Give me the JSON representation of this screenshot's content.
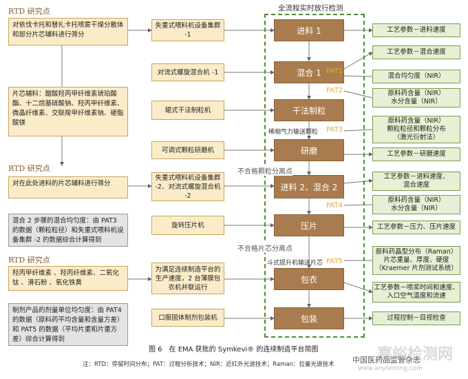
{
  "header": {
    "title": "全流程实时放行检测"
  },
  "rtd_labels": [
    "RTD 研究点",
    "RTD 研究点",
    "RTD 研究点"
  ],
  "left_boxes": [
    "对依伐卡托和替扎卡托喷雾干燥分散体和部分片芯辅料进行筛分",
    "片芯辅料：醋酸羟丙甲纤维素琥珀酸酯、十二烷基硫酸钠、羟丙甲纤维素、微晶纤维素、交联羧甲纤维素钠、硬脂酸镁",
    "对在此处进料的片芯辅料进行筛分",
    "混合 2 步骤的混合均匀度：由 PAT3 的数据（颗粒粒径）和失重式喂料机设备集群 -2 的数据综合计算得到",
    "羟丙甲纤维素 、羟丙纤维素、二氧化钛 、滑石粉 、氧化铁黄",
    "制剂产品的剂量单位均匀度：由 PAT4 的数据（原料药平均含量和含量方差）和 PAT5 的数据（平均片重和片重方差）综合计算得到"
  ],
  "equipment": [
    "失重式喂料机设备集群 -1",
    "对流式螺旋混合机 -1",
    "辊式干法制粒机",
    "可调式颗粒研磨机",
    "失重式喂料机设备集群 -2、对流式螺旋混合机 -2",
    "旋转压片机",
    "为满足连续制造平台的生产速度，2 台薄膜包衣机并联运行",
    "口服固体制剂包装机"
  ],
  "process_steps": [
    "进料 1",
    "混合 1",
    "干法制粒",
    "研磨",
    "进料 2、混合 2",
    "压片",
    "包衣",
    "包装"
  ],
  "pat_labels": [
    "PAT1",
    "PAT2",
    "PAT3",
    "PAT4",
    "PAT5"
  ],
  "small_labels": {
    "pneumatic": "稀相气力输送颗粒",
    "granule_reject": "不合格颗粒分离点",
    "tablet_reject": "不合格片芯分离点",
    "bucket_elevator": "斗式提升机输送片芯"
  },
  "right_boxes": [
    "工艺参数－进料速度",
    "工艺参数－混合速度",
    "混合均匀度（NIR）",
    "原料药含量（NIR）\n水分含量（NIR）",
    "原料药含量（NIR）\n颗粒粒径和颗粒分布\n（激光衍射法）",
    "工艺参数－研磨速度",
    "工艺参数－进料速度、\n混合速度",
    "原料药含量（NIR）\n水分含量（NIR）",
    "工艺参数－压力、压片速度",
    "原料药晶型分布（Raman）\n片芯重量、厚度、硬度\n（Kraemer 片剂测试系统）",
    "工艺参数－喷浆时间和速度、入口空气温度和流速",
    "过程控制－目视检查"
  ],
  "caption": "图 6　在 EMA 获批的 Symkevi® 的连续制造平台简图",
  "footnote": "注：RTD：停留时间分布；PAT：过程分析技术；NIR：近红外光谱技术；Raman：拉曼光谱技术",
  "watermark": {
    "main": "嘉峪检测网",
    "url": "www.anytesting.com",
    "brand": "中国医药品监管杂志"
  },
  "colors": {
    "process": "#a87c4e",
    "tan_fill": "#fbecc9",
    "green_fill": "#e6f0d4",
    "gray_fill": "#e3e3e3",
    "pat": "#e5a93a",
    "frame": "#4e8a2e"
  }
}
